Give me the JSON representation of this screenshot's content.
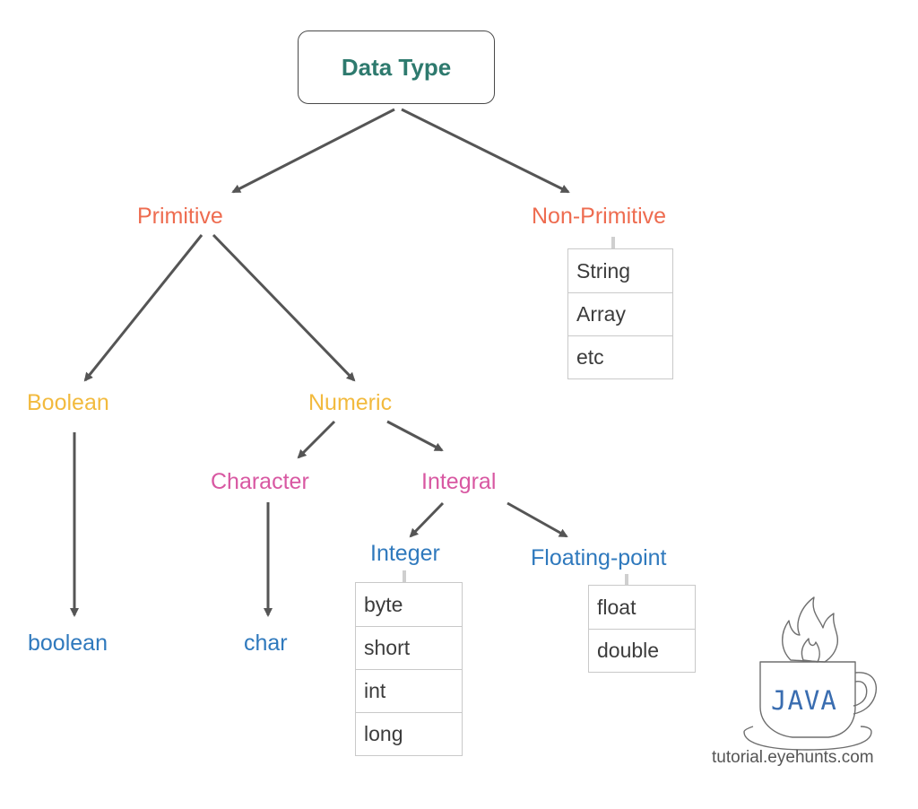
{
  "diagram": {
    "root": "Data Type",
    "primitive": "Primitive",
    "non_primitive": "Non-Primitive",
    "non_primitive_items": [
      "String",
      "Array",
      "etc"
    ],
    "boolean_category": "Boolean",
    "numeric": "Numeric",
    "character": "Character",
    "integral": "Integral",
    "integer": "Integer",
    "floating_point": "Floating-point",
    "boolean_type": "boolean",
    "char_type": "char",
    "integer_items": [
      "byte",
      "short",
      "int",
      "long"
    ],
    "floating_items": [
      "float",
      "double"
    ]
  },
  "logo": {
    "text": "JAVA",
    "icon": "coffee-cup-icon",
    "site": "tutorial.eyehunts.com"
  },
  "colors": {
    "root": "#2e7a6e",
    "level1": "#ee6c50",
    "boolean": "#f2ba3e",
    "numeric": "#f2ba3e",
    "level3": "#d858a2",
    "leaf": "#2f79bd",
    "arrow": "#555555"
  }
}
